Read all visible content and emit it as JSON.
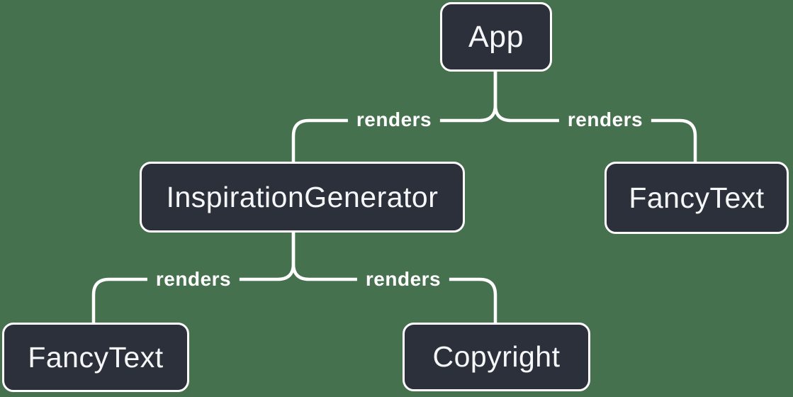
{
  "colors": {
    "background": "#46714e",
    "node_fill": "#2b303b",
    "node_border": "#ffffff",
    "connector_line": "#ffffff",
    "node_text": "#f6f7f9"
  },
  "nodes": [
    {
      "id": "app",
      "label": "App"
    },
    {
      "id": "inspiration-generator",
      "label": "InspirationGenerator"
    },
    {
      "id": "fancy-text-top-right",
      "label": "FancyText"
    },
    {
      "id": "fancy-text-bottom-left",
      "label": "FancyText"
    },
    {
      "id": "copyright",
      "label": "Copyright"
    }
  ],
  "edges": [
    {
      "from": "App",
      "to": "InspirationGenerator",
      "label": "renders"
    },
    {
      "from": "App",
      "to": "FancyText",
      "label": "renders"
    },
    {
      "from": "InspirationGenerator",
      "to": "FancyText",
      "label": "renders"
    },
    {
      "from": "InspirationGenerator",
      "to": "Copyright",
      "label": "renders"
    }
  ]
}
